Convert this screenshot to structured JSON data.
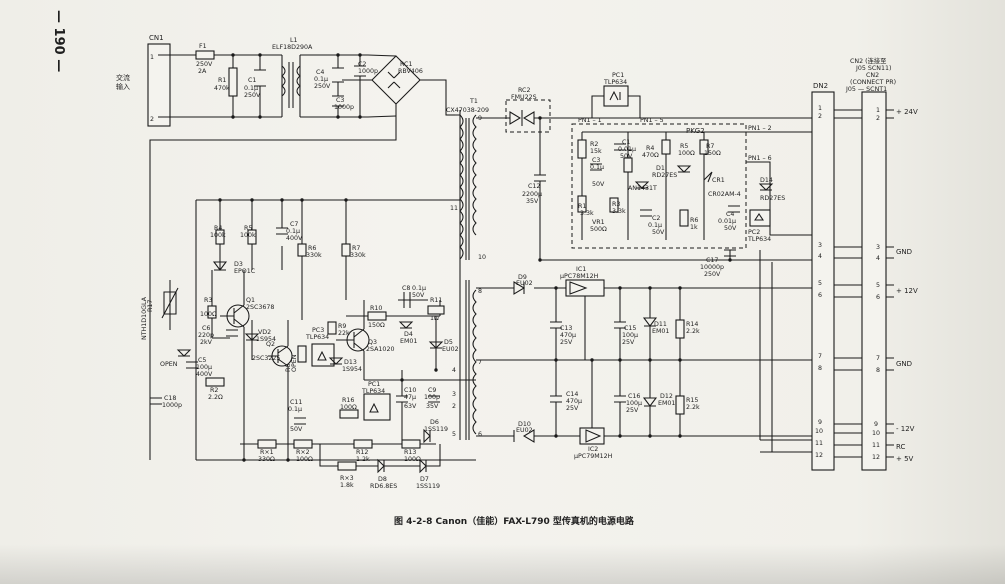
{
  "page_number": "— 190 —",
  "caption": "图 4-2-8   Canon（佳能）FAX-L790 型传真机的电源电路",
  "connector_cn1": {
    "name": "CN1",
    "pins": [
      "1",
      "2"
    ],
    "label": "交流\n输入"
  },
  "connector_cn2": {
    "name": "CN2",
    "title_lines": [
      "CN2 (连接至",
      "J05 SCN11)"
    ],
    "sub_lines": [
      "CN2",
      "(CONNECT PR)",
      "J05 — SCNT1"
    ]
  },
  "connector_dn2": {
    "name": "DN2",
    "pins": [
      "1",
      "2",
      "3",
      "4",
      "5",
      "6",
      "7",
      "8",
      "9",
      "10",
      "11",
      "12"
    ]
  },
  "outputs": [
    {
      "label": "+ 24V",
      "pins": [
        "1",
        "2"
      ]
    },
    {
      "label": "GND",
      "pins": [
        "3",
        "4"
      ]
    },
    {
      "label": "+ 12V",
      "pins": [
        "5",
        "6"
      ]
    },
    {
      "label": "GND",
      "pins": [
        "7",
        "8"
      ]
    },
    {
      "label": "- 12V",
      "pins": [
        "9",
        "10"
      ]
    },
    {
      "label": "RC",
      "pins": [
        "11"
      ]
    },
    {
      "label": "+ 5V",
      "pins": [
        "12"
      ]
    }
  ],
  "components": [
    {
      "id": "F1",
      "lines": [
        "F1",
        "250V",
        "2A"
      ]
    },
    {
      "id": "L1",
      "lines": [
        "L1",
        "ELF18D290A"
      ]
    },
    {
      "id": "C2",
      "lines": [
        "C2",
        "1000p"
      ]
    },
    {
      "id": "RC1",
      "lines": [
        "RC1",
        "RBV406"
      ]
    },
    {
      "id": "R1",
      "lines": [
        "R1",
        "470k"
      ]
    },
    {
      "id": "C1",
      "lines": [
        "C1",
        "0.1μ",
        "250V"
      ]
    },
    {
      "id": "C4",
      "lines": [
        "C4",
        "0.1μ",
        "250V"
      ]
    },
    {
      "id": "C3",
      "lines": [
        "C3",
        "1000p"
      ]
    },
    {
      "id": "T1",
      "lines": [
        "T1",
        "CX47038-209"
      ]
    },
    {
      "id": "RC2",
      "lines": [
        "RC2",
        "FMU22S"
      ]
    },
    {
      "id": "PC1top",
      "lines": [
        "PC1",
        "TLP634"
      ]
    },
    {
      "id": "PKG2",
      "lines": [
        "PKG2"
      ]
    },
    {
      "id": "PN1-1",
      "lines": [
        "PN1 – 1"
      ]
    },
    {
      "id": "PN1-5",
      "lines": [
        "PN1 – 5"
      ]
    },
    {
      "id": "PN1-2",
      "lines": [
        "PN1 – 2"
      ]
    },
    {
      "id": "PN1-6",
      "lines": [
        "PN1 – 6"
      ]
    },
    {
      "id": "R2p",
      "lines": [
        "R2",
        "15k"
      ]
    },
    {
      "id": "C1p",
      "lines": [
        "C1",
        "0.01μ",
        "50V"
      ]
    },
    {
      "id": "R4p",
      "lines": [
        "R4",
        "470Ω"
      ]
    },
    {
      "id": "R5p",
      "lines": [
        "R5",
        "100Ω"
      ]
    },
    {
      "id": "R7p",
      "lines": [
        "R7",
        "150Ω"
      ]
    },
    {
      "id": "C3p",
      "lines": [
        "C3",
        "0.1μ",
        "50V"
      ]
    },
    {
      "id": "D1p",
      "lines": [
        "D1",
        "RD27ES"
      ]
    },
    {
      "id": "AN",
      "lines": [
        "AN1431T"
      ]
    },
    {
      "id": "CR1",
      "lines": [
        "CR1",
        "CR02AM-4"
      ]
    },
    {
      "id": "D14",
      "lines": [
        "D14",
        "RD27ES"
      ]
    },
    {
      "id": "R1p",
      "lines": [
        "R1",
        "3.3k"
      ]
    },
    {
      "id": "R3p",
      "lines": [
        "R3",
        "3.3k"
      ]
    },
    {
      "id": "VR1",
      "lines": [
        "VR1",
        "500Ω"
      ]
    },
    {
      "id": "C2p",
      "lines": [
        "C2",
        "0.1μ",
        "50V"
      ]
    },
    {
      "id": "R6p",
      "lines": [
        "R6",
        "1k"
      ]
    },
    {
      "id": "C4p",
      "lines": [
        "C4",
        "0.01μ",
        "50V"
      ]
    },
    {
      "id": "PC2",
      "lines": [
        "PC2",
        "TLP634"
      ]
    },
    {
      "id": "C12",
      "lines": [
        "C12",
        "2200μ",
        "35V"
      ]
    },
    {
      "id": "C17",
      "lines": [
        "C17",
        "10000p",
        "250V"
      ]
    },
    {
      "id": "D9",
      "lines": [
        "D9",
        "EU02"
      ]
    },
    {
      "id": "IC1",
      "lines": [
        "IC1",
        "μPC78M12H"
      ]
    },
    {
      "id": "C13",
      "lines": [
        "C13",
        "470μ",
        "25V"
      ]
    },
    {
      "id": "C15",
      "lines": [
        "C15",
        "100μ",
        "25V"
      ]
    },
    {
      "id": "D11",
      "lines": [
        "D11",
        "EM01"
      ]
    },
    {
      "id": "R14",
      "lines": [
        "R14",
        "2.2k"
      ]
    },
    {
      "id": "C14",
      "lines": [
        "C14",
        "470μ",
        "25V"
      ]
    },
    {
      "id": "C16",
      "lines": [
        "C16",
        "100μ",
        "25V"
      ]
    },
    {
      "id": "D12",
      "lines": [
        "D12",
        "EM01"
      ]
    },
    {
      "id": "R15",
      "lines": [
        "R15",
        "2.2k"
      ]
    },
    {
      "id": "D10",
      "lines": [
        "D10",
        "EU02"
      ]
    },
    {
      "id": "IC2",
      "lines": [
        "IC2",
        "μPC79M12H"
      ]
    },
    {
      "id": "R4",
      "lines": [
        "R4",
        "100k"
      ]
    },
    {
      "id": "R5",
      "lines": [
        "R5",
        "100k"
      ]
    },
    {
      "id": "C7",
      "lines": [
        "C7",
        "0.1μ",
        "400V"
      ]
    },
    {
      "id": "R6",
      "lines": [
        "R6",
        "330k"
      ]
    },
    {
      "id": "R7",
      "lines": [
        "R7",
        "330k"
      ]
    },
    {
      "id": "D3",
      "lines": [
        "D3",
        "EPO1C"
      ]
    },
    {
      "id": "R17",
      "lines": [
        "R17",
        "NTH1D10GLA"
      ]
    },
    {
      "id": "R3",
      "lines": [
        "R3",
        "100Ω"
      ]
    },
    {
      "id": "Q1",
      "lines": [
        "Q1",
        "2SC3678"
      ]
    },
    {
      "id": "C6",
      "lines": [
        "C6",
        "220p",
        "2kV"
      ]
    },
    {
      "id": "VD2",
      "lines": [
        "VD2",
        "1S954"
      ]
    },
    {
      "id": "Q2",
      "lines": [
        "Q2",
        "2SC3225"
      ]
    },
    {
      "id": "R8",
      "lines": [
        "R8",
        "OPEN"
      ]
    },
    {
      "id": "PC3",
      "lines": [
        "PC3",
        "TLP634"
      ]
    },
    {
      "id": "R9",
      "lines": [
        "R9",
        "22k"
      ]
    },
    {
      "id": "D13",
      "lines": [
        "D13",
        "1S954"
      ]
    },
    {
      "id": "Q3",
      "lines": [
        "Q3",
        "2SA1020"
      ]
    },
    {
      "id": "R10",
      "lines": [
        "R10",
        "150Ω"
      ]
    },
    {
      "id": "C8",
      "lines": [
        "C8",
        "0.1μ",
        "50V"
      ]
    },
    {
      "id": "R11",
      "lines": [
        "R11",
        "1Ω"
      ]
    },
    {
      "id": "D4",
      "lines": [
        "D4",
        "EM01"
      ]
    },
    {
      "id": "D5",
      "lines": [
        "D5",
        "EU02"
      ]
    },
    {
      "id": "OPEN",
      "lines": [
        "OPEN"
      ]
    },
    {
      "id": "C5",
      "lines": [
        "C5",
        "100μ",
        "400V"
      ]
    },
    {
      "id": "C18",
      "lines": [
        "C18",
        "1000p"
      ]
    },
    {
      "id": "R2",
      "lines": [
        "R2",
        "2.2Ω"
      ]
    },
    {
      "id": "C11",
      "lines": [
        "C11",
        "0.1μ",
        "50V"
      ]
    },
    {
      "id": "R16",
      "lines": [
        "R16",
        "100Ω"
      ]
    },
    {
      "id": "PC1b",
      "lines": [
        "PC1",
        "TLP634"
      ]
    },
    {
      "id": "C10",
      "lines": [
        "C10",
        "47μ",
        "63V"
      ]
    },
    {
      "id": "C9",
      "lines": [
        "C9",
        "100p",
        "35V"
      ]
    },
    {
      "id": "D6",
      "lines": [
        "D6",
        "1SS119"
      ]
    },
    {
      "id": "Rx1",
      "lines": [
        "R×1",
        "330Ω"
      ]
    },
    {
      "id": "Rx2",
      "lines": [
        "R×2",
        "100Ω"
      ]
    },
    {
      "id": "R12",
      "lines": [
        "R12",
        "1.2k"
      ]
    },
    {
      "id": "R13",
      "lines": [
        "R13",
        "100Ω"
      ]
    },
    {
      "id": "Rx3",
      "lines": [
        "R×3",
        "1.8k"
      ]
    },
    {
      "id": "D8",
      "lines": [
        "D8",
        "RD6.8ES"
      ]
    },
    {
      "id": "D7",
      "lines": [
        "D7",
        "1SS119"
      ]
    }
  ],
  "pin_numbers": [
    "9",
    "11",
    "10",
    "8",
    "7",
    "4",
    "3",
    "2",
    "1",
    "5",
    "6",
    "1",
    "2",
    "3",
    "4"
  ]
}
